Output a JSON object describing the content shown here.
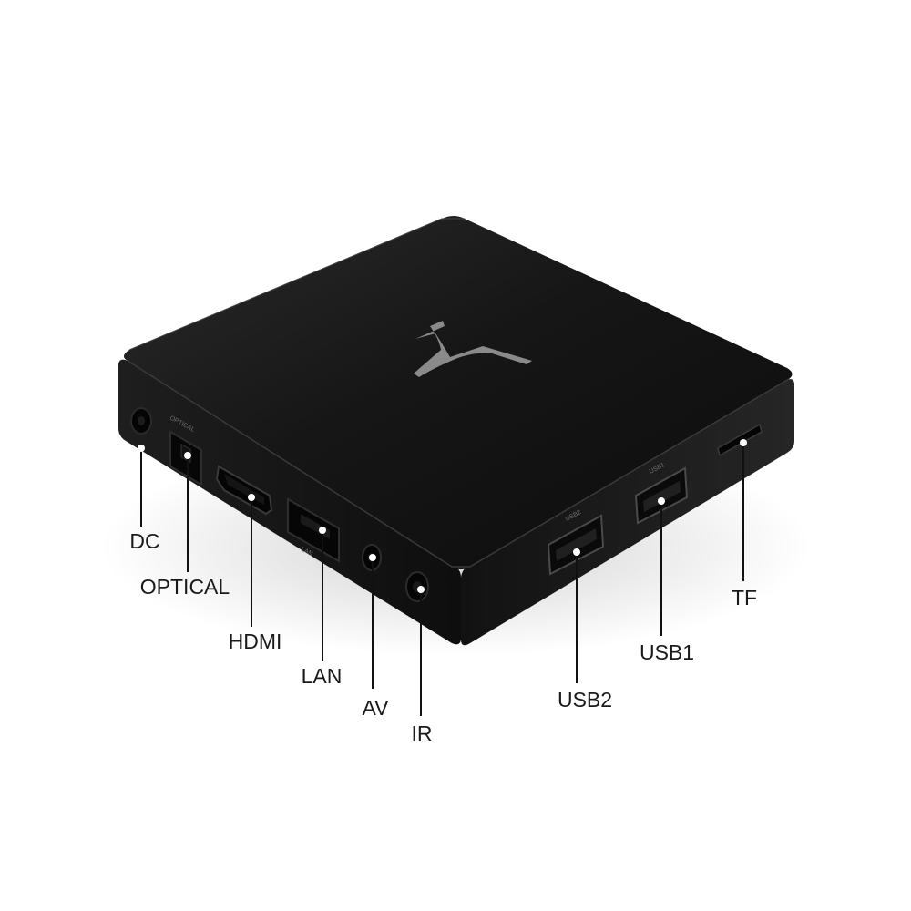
{
  "labels": {
    "dc": "DC",
    "optical": "OPTICAL",
    "hdmi": "HDMI",
    "lan": "LAN",
    "av": "AV",
    "ir": "IR",
    "usb2": "USB2",
    "usb1": "USB1",
    "tf": "TF"
  },
  "port_markings": {
    "optical": "OPTICAL",
    "usb1": "USB1",
    "usb2": "USB2",
    "lan": "LAN"
  },
  "colors": {
    "background": "#ffffff",
    "device": "#121212",
    "leader": "#111111",
    "logo": "#8a8a8a"
  }
}
